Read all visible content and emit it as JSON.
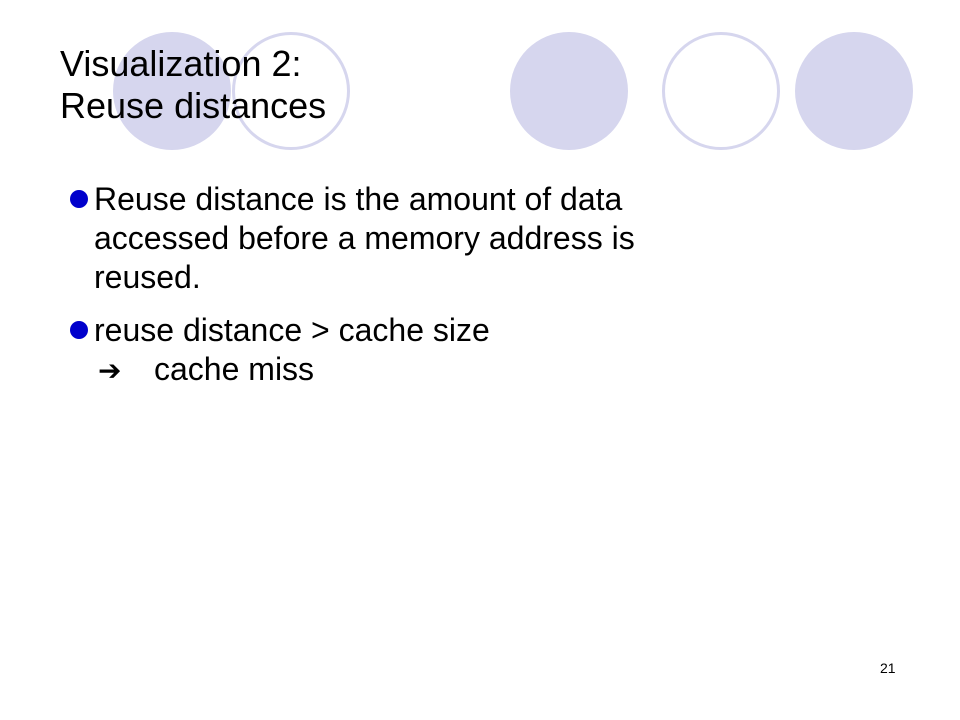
{
  "slide": {
    "title_line1": "Visualization 2:",
    "title_line2": "Reuse distances",
    "bullets": [
      {
        "lines": [
          "Reuse distance is the amount of data",
          "accessed before a memory address is",
          "reused."
        ]
      },
      {
        "line1": "reuse distance > cache size",
        "arrow_icon": "right-arrow-icon",
        "line2": "cache miss"
      }
    ],
    "page_number": "21"
  },
  "colors": {
    "circle_fill": "#d6d6ee",
    "bullet_dot": "#0000cc"
  }
}
